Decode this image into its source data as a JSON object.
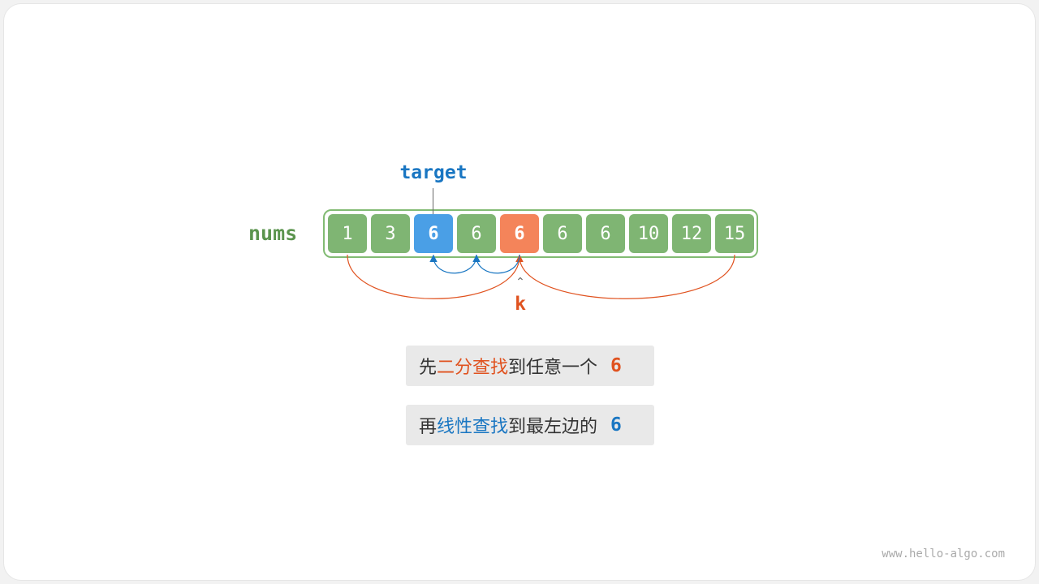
{
  "nums_label": "nums",
  "target_label": "target",
  "k_label": "k",
  "array": [
    {
      "value": "1",
      "state": "normal"
    },
    {
      "value": "3",
      "state": "normal"
    },
    {
      "value": "6",
      "state": "target"
    },
    {
      "value": "6",
      "state": "normal"
    },
    {
      "value": "6",
      "state": "found"
    },
    {
      "value": "6",
      "state": "normal"
    },
    {
      "value": "6",
      "state": "normal"
    },
    {
      "value": "10",
      "state": "normal"
    },
    {
      "value": "12",
      "state": "normal"
    },
    {
      "value": "15",
      "state": "normal"
    }
  ],
  "binary_search_arcs": [
    {
      "from_index": 0,
      "to_index": 4
    },
    {
      "from_index": 9,
      "to_index": 4
    }
  ],
  "linear_search_arcs": [
    {
      "from_index": 4,
      "to_index": 3
    },
    {
      "from_index": 3,
      "to_index": 2
    }
  ],
  "notes": [
    {
      "prefix": "先",
      "highlight": "二分查找",
      "suffix": "到任意一个",
      "number": "6",
      "color": "orange"
    },
    {
      "prefix": "再",
      "highlight": "线性查找",
      "suffix": "到最左边的",
      "number": "6",
      "color": "blue"
    }
  ],
  "colors": {
    "normal_cell": "#7fb573",
    "target_cell": "#4a9fe6",
    "found_cell": "#f4845a",
    "green_label": "#5b944e",
    "blue": "#1976c2",
    "orange": "#e0521f",
    "note_bg": "#e9e9e9"
  },
  "watermark": "www.hello-algo.com"
}
